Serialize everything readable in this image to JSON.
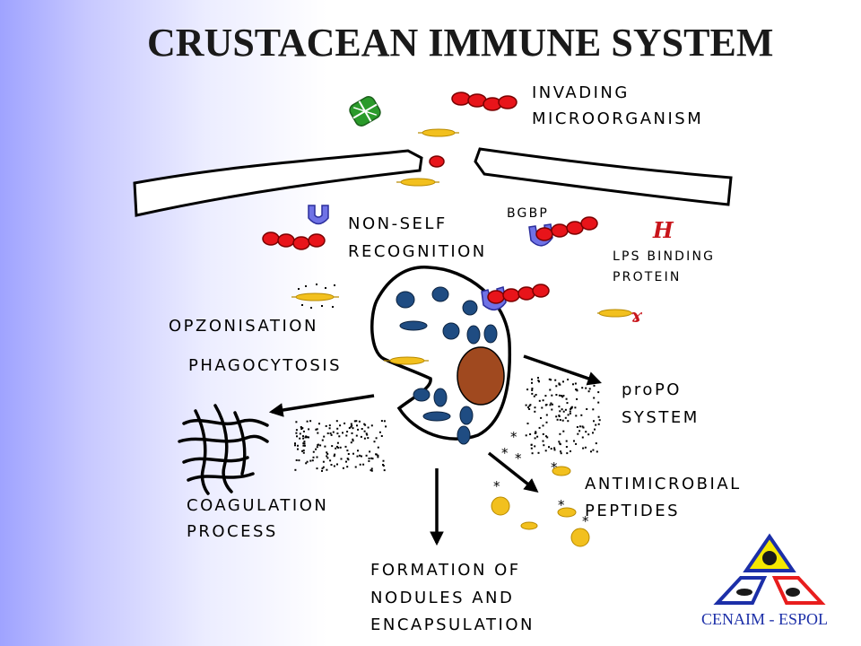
{
  "title": "CRUSTACEAN IMMUNE SYSTEM",
  "labels": {
    "invading_1": "INVADING",
    "invading_2": "MICROORGANISM",
    "nonself_1": "NON-SELF",
    "nonself_2": "RECOGNITION",
    "bgbp": "BGBP",
    "lps_1": "LPS  BINDING",
    "lps_2": "PROTEIN",
    "opsonisation": "OPZONISATION",
    "phagocytosis": "PHAGOCYTOSIS",
    "propo_1": "proPO",
    "propo_2": "SYSTEM",
    "antimicrobial_1": "ANTIMICROBIAL",
    "antimicrobial_2": "PEPTIDES",
    "coagulation_1": "COAGULATION",
    "coagulation_2": "PROCESS",
    "nodules_1": "FORMATION    OF",
    "nodules_2": "NODULES    AND",
    "nodules_3": "ENCAPSULATION"
  },
  "logo": {
    "text": "CENAIM - ESPOL"
  },
  "colors": {
    "bacteria": "#e8141a",
    "receptor": "#6f72e6",
    "hemocyte_granule": "#1f4c82",
    "nucleus": "#a0491f",
    "rod": "#f2c01e",
    "virus": "#2a9a2a",
    "logo_blue": "#1c2fa8",
    "logo_yellow": "#f5e800",
    "logo_red": "#e81d1d"
  },
  "icons": {
    "virus": "green-virus-icon",
    "receptor": "receptor-icon",
    "hemocyte": "hemocyte-cell",
    "fibrin": "fibrin-network",
    "arrow": "arrow"
  }
}
